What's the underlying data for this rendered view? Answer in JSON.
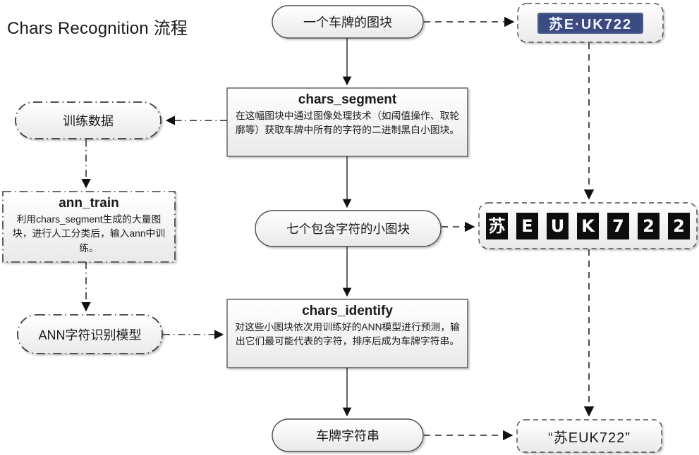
{
  "title": "Chars Recognition 流程",
  "colors": {
    "plate_blue": "#3b4b82",
    "tile_black": "#0d0d0d",
    "node_border": "#4d4d4d",
    "connector": "#1f1f1f"
  },
  "nodes": {
    "plate_block": {
      "label": "一个车牌的图块"
    },
    "plate_image": {
      "text": "苏E·UK722"
    },
    "chars_segment": {
      "title": "chars_segment",
      "body": "在这幅图块中通过图像处理技术（如阈值操作、取轮廓等）获取车牌中所有的字符的二进制黑白小图块。"
    },
    "training_data": {
      "label": "训练数据"
    },
    "ann_train": {
      "title": "ann_train",
      "body": "利用chars_segment生成的大量图块，进行人工分类后，输入ann中训练。"
    },
    "seven_blocks": {
      "label": "七个包含字符的小图块"
    },
    "char_tiles": {
      "chars": [
        "苏",
        "E",
        "U",
        "K",
        "7",
        "2",
        "2"
      ]
    },
    "ann_model": {
      "label": "ANN字符识别模型"
    },
    "chars_identify": {
      "title": "chars_identify",
      "body": "对这些小图块依次用训练好的ANN模型进行预测，输出它们最可能代表的字符，排序后成为车牌字符串。"
    },
    "plate_string": {
      "label": "车牌字符串"
    },
    "result_string": {
      "label": "“苏EUK722”"
    }
  }
}
